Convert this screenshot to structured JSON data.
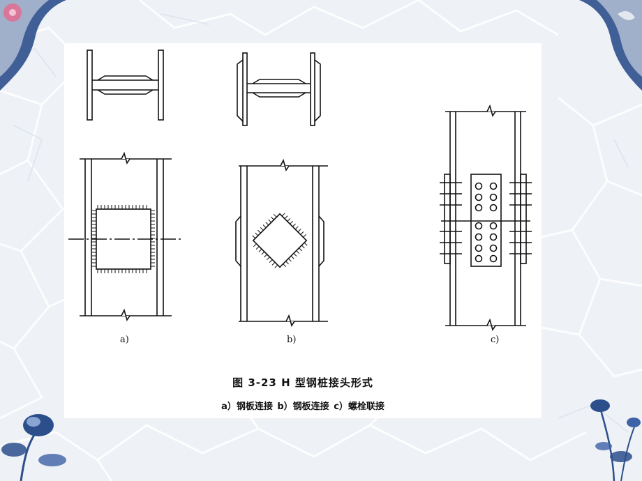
{
  "figure": {
    "labels": {
      "a": "a)",
      "b": "b)",
      "c": "c)"
    },
    "caption": {
      "title": "图 3-23   H 型钢桩接头形式",
      "items": "a）钢板连接   b）钢板连接   c）螺栓联接"
    }
  },
  "theme": {
    "background": "#eef1f6",
    "ornament_blue": "#2c4f8c",
    "line": "#111111",
    "flower_pink": "#d9779a"
  }
}
